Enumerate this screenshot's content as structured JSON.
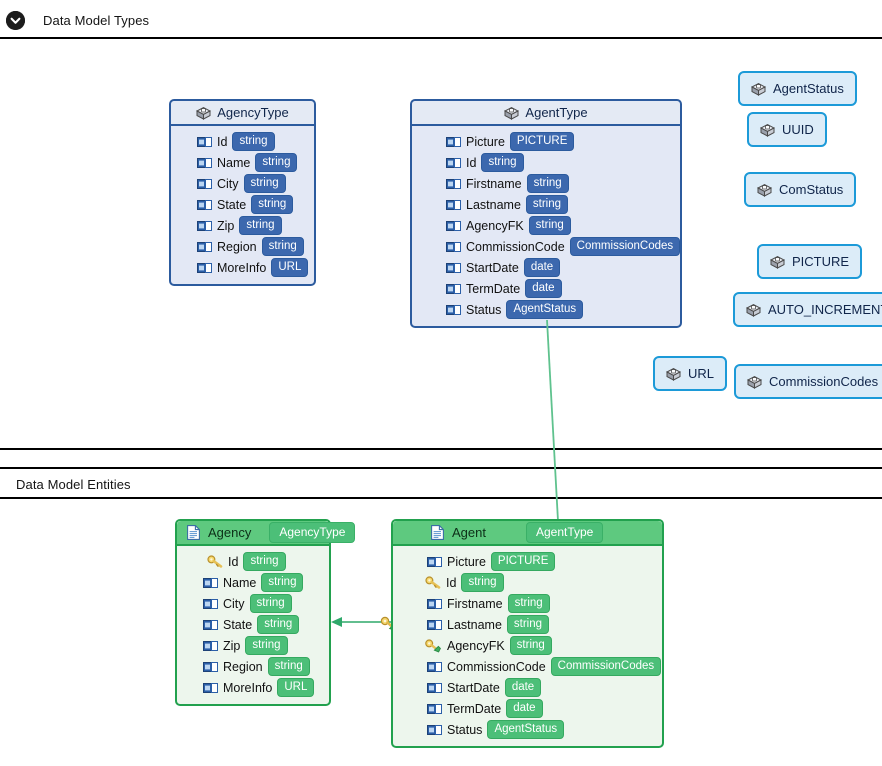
{
  "sections": [
    {
      "id": "types",
      "title": "Data Model Types",
      "collapse_icon": "chevron-down-circle-icon"
    },
    {
      "id": "entities",
      "title": "Data Model Entities"
    }
  ],
  "colors": {
    "type_border": "#2c5b9e",
    "type_header_bg": "#e4eaf4",
    "type_body_bg": "#e3e8f5",
    "type_pill": "#3c68ae",
    "enum_border": "#1c9ad8",
    "enum_bg": "#dcecf8",
    "entity_border": "#22a14e",
    "entity_header_bg": "#5ec97f",
    "entity_body_bg": "#edf6ed",
    "entity_pill": "#4cbf78",
    "link": "#2fa86a"
  },
  "types": [
    {
      "name": "AgencyType",
      "icon": "type-box-icon",
      "attributes": [
        {
          "name": "Id",
          "type": "string",
          "icon": "attribute-icon"
        },
        {
          "name": "Name",
          "type": "string",
          "icon": "attribute-icon"
        },
        {
          "name": "City",
          "type": "string",
          "icon": "attribute-icon"
        },
        {
          "name": "State",
          "type": "string",
          "icon": "attribute-icon"
        },
        {
          "name": "Zip",
          "type": "string",
          "icon": "attribute-icon"
        },
        {
          "name": "Region",
          "type": "string",
          "icon": "attribute-icon"
        },
        {
          "name": "MoreInfo",
          "type": "URL",
          "icon": "attribute-icon"
        }
      ]
    },
    {
      "name": "AgentType",
      "icon": "type-box-icon",
      "attributes": [
        {
          "name": "Picture",
          "type": "PICTURE",
          "icon": "attribute-icon"
        },
        {
          "name": "Id",
          "type": "string",
          "icon": "attribute-icon"
        },
        {
          "name": "Firstname",
          "type": "string",
          "icon": "attribute-icon"
        },
        {
          "name": "Lastname",
          "type": "string",
          "icon": "attribute-icon"
        },
        {
          "name": "AgencyFK",
          "type": "string",
          "icon": "attribute-icon"
        },
        {
          "name": "CommissionCode",
          "type": "CommissionCodes",
          "icon": "attribute-icon"
        },
        {
          "name": "StartDate",
          "type": "date",
          "icon": "attribute-icon"
        },
        {
          "name": "TermDate",
          "type": "date",
          "icon": "attribute-icon"
        },
        {
          "name": "Status",
          "type": "AgentStatus",
          "icon": "attribute-icon"
        }
      ]
    }
  ],
  "simple_types": [
    {
      "name": "AgentStatus",
      "icon": "type-box-icon"
    },
    {
      "name": "UUID",
      "icon": "type-box-icon"
    },
    {
      "name": "ComStatus",
      "icon": "type-box-icon"
    },
    {
      "name": "PICTURE",
      "icon": "type-box-icon"
    },
    {
      "name": "AUTO_INCREMENT",
      "icon": "type-box-icon"
    },
    {
      "name": "URL",
      "icon": "type-box-icon"
    },
    {
      "name": "CommissionCodes",
      "icon": "type-box-icon"
    }
  ],
  "entities": [
    {
      "name": "Agency",
      "type_badge": "AgencyType",
      "icon": "entity-document-icon",
      "attributes": [
        {
          "name": "Id",
          "type": "string",
          "icon": "primary-key-icon"
        },
        {
          "name": "Name",
          "type": "string",
          "icon": "attribute-icon"
        },
        {
          "name": "City",
          "type": "string",
          "icon": "attribute-icon"
        },
        {
          "name": "State",
          "type": "string",
          "icon": "attribute-icon"
        },
        {
          "name": "Zip",
          "type": "string",
          "icon": "attribute-icon"
        },
        {
          "name": "Region",
          "type": "string",
          "icon": "attribute-icon"
        },
        {
          "name": "MoreInfo",
          "type": "URL",
          "icon": "attribute-icon"
        }
      ]
    },
    {
      "name": "Agent",
      "type_badge": "AgentType",
      "icon": "entity-document-icon",
      "attributes": [
        {
          "name": "Picture",
          "type": "PICTURE",
          "icon": "attribute-icon"
        },
        {
          "name": "Id",
          "type": "string",
          "icon": "primary-key-icon"
        },
        {
          "name": "Firstname",
          "type": "string",
          "icon": "attribute-icon"
        },
        {
          "name": "Lastname",
          "type": "string",
          "icon": "attribute-icon"
        },
        {
          "name": "AgencyFK",
          "type": "string",
          "icon": "foreign-key-icon"
        },
        {
          "name": "CommissionCode",
          "type": "CommissionCodes",
          "icon": "attribute-icon"
        },
        {
          "name": "StartDate",
          "type": "date",
          "icon": "attribute-icon"
        },
        {
          "name": "TermDate",
          "type": "date",
          "icon": "attribute-icon"
        },
        {
          "name": "Status",
          "type": "AgentStatus",
          "icon": "attribute-icon"
        }
      ]
    }
  ]
}
